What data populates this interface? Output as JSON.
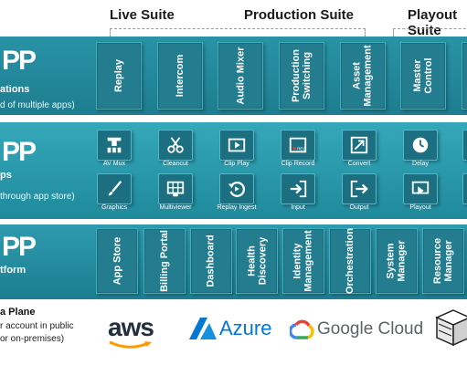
{
  "suites": {
    "live": "Live Suite",
    "production": "Production Suite",
    "playout": "Playout Suite"
  },
  "applications": {
    "logo": "PP",
    "label": "ations",
    "note": "d of multiple apps)",
    "tiles": [
      "Replay",
      "Intercom",
      "Audio Mixer",
      "Production Switching",
      "Asset Management",
      "Master Control"
    ]
  },
  "microapps": {
    "logo": "PP",
    "label": "ps",
    "note": "through app store)",
    "row1": [
      {
        "label": "AV Mux",
        "icon": "av-mux-icon"
      },
      {
        "label": "Cleancut",
        "icon": "scissors-icon"
      },
      {
        "label": "Clip Play",
        "icon": "clip-play-icon"
      },
      {
        "label": "Clip Record",
        "icon": "clip-record-icon"
      },
      {
        "label": "Convert",
        "icon": "convert-icon"
      },
      {
        "label": "Delay",
        "icon": "clock-icon"
      }
    ],
    "row2": [
      {
        "label": "Graphics",
        "icon": "brush-icon"
      },
      {
        "label": "Multiviewer",
        "icon": "grid-icon"
      },
      {
        "label": "Replay Ingest",
        "icon": "replay-icon"
      },
      {
        "label": "Input",
        "icon": "input-icon"
      },
      {
        "label": "Output",
        "icon": "output-icon"
      },
      {
        "label": "Playout",
        "icon": "playout-icon"
      }
    ],
    "rec_badge": "REC"
  },
  "platform": {
    "logo": "PP",
    "label": "tform",
    "tiles": [
      "App Store",
      "Billing Portal",
      "Dashboard",
      "Health Discovery",
      "Identity Management",
      "Orchestration",
      "System Manager",
      "Resource Manager"
    ]
  },
  "data_plane": {
    "title": "a Plane",
    "line1": "r account in public",
    "line2": "or on-premises)",
    "providers": {
      "aws": "aws",
      "azure": "Azure",
      "google": "Google Cloud"
    }
  },
  "colors": {
    "band": "#1d7d90",
    "tile": "#237d8f",
    "aws_orange": "#ff9900",
    "azure_blue": "#0078d4"
  }
}
